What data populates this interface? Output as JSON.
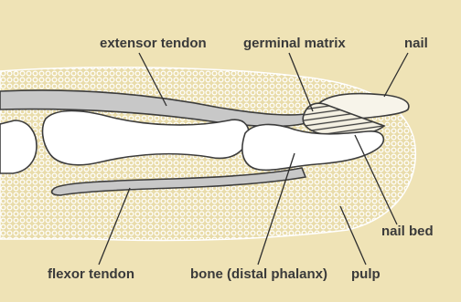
{
  "diagram": {
    "subject": "finger tip anatomy",
    "colors": {
      "background": "#efe3b6",
      "tissue_pattern": "#ffffff",
      "bone": "#ffffff",
      "tendon": "#c8c8c8",
      "nail": "#f7f4ea",
      "outline": "#3c3c3c",
      "label_text": "#3a3a3a"
    },
    "labels": {
      "extensor_tendon": "extensor tendon",
      "germinal_matrix": "germinal matrix",
      "nail": "nail",
      "nail_bed": "nail bed",
      "flexor_tendon": "flexor tendon",
      "bone": "bone (distal phalanx)",
      "pulp": "pulp"
    }
  }
}
